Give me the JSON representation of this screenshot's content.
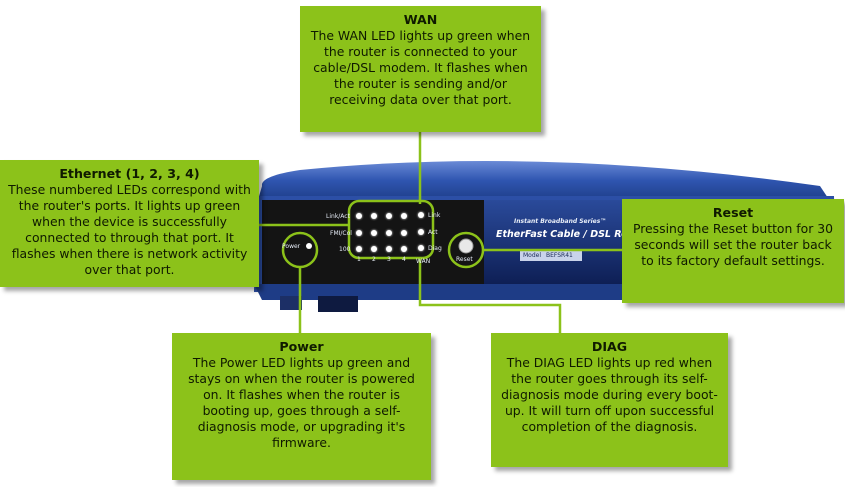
{
  "router": {
    "series_label": "Instant Broadband Series™",
    "product_name": "EtherFast Cable / DSL Router",
    "model_label": "Model",
    "model_number": "BEFSR41",
    "power_label": "Power",
    "reset_label": "Reset",
    "row_labels": [
      "Link/Act",
      "FMI/Col",
      "100"
    ],
    "port_numbers": [
      "1",
      "2",
      "3",
      "4"
    ],
    "wan_led_labels": [
      "Link",
      "Act",
      "Diag"
    ],
    "wan_label": "WAN"
  },
  "callouts": {
    "wan": {
      "title": "WAN",
      "text": "The WAN LED lights up green when the router is connected to your cable/DSL modem. It flashes when the router is sending and/or receiving data over that port."
    },
    "ethernet": {
      "title": "Ethernet (1, 2, 3, 4)",
      "text": "These numbered LEDs correspond with the router's ports. It lights up green when the device is successfully connected to through that port. It flashes when there is network activity over that port."
    },
    "reset": {
      "title": "Reset",
      "text": "Pressing the Reset button for 30 seconds will set the router back to its factory default settings."
    },
    "power": {
      "title": "Power",
      "text": "The Power LED lights up green and stays on when the router is powered on. It flashes when the router is booting up, goes through a self-diagnosis mode, or upgrading it's firmware."
    },
    "diag": {
      "title": "DIAG",
      "text": "The DIAG LED lights up red when the router goes through its self-diagnosis mode during every boot-up. It will turn off upon successful completion of the diagnosis."
    }
  },
  "colors": {
    "callout": "#8cc21a",
    "router_front": "#1a1a1a",
    "router_shell": "#3a5fb0",
    "leader": "#8cc21a"
  }
}
